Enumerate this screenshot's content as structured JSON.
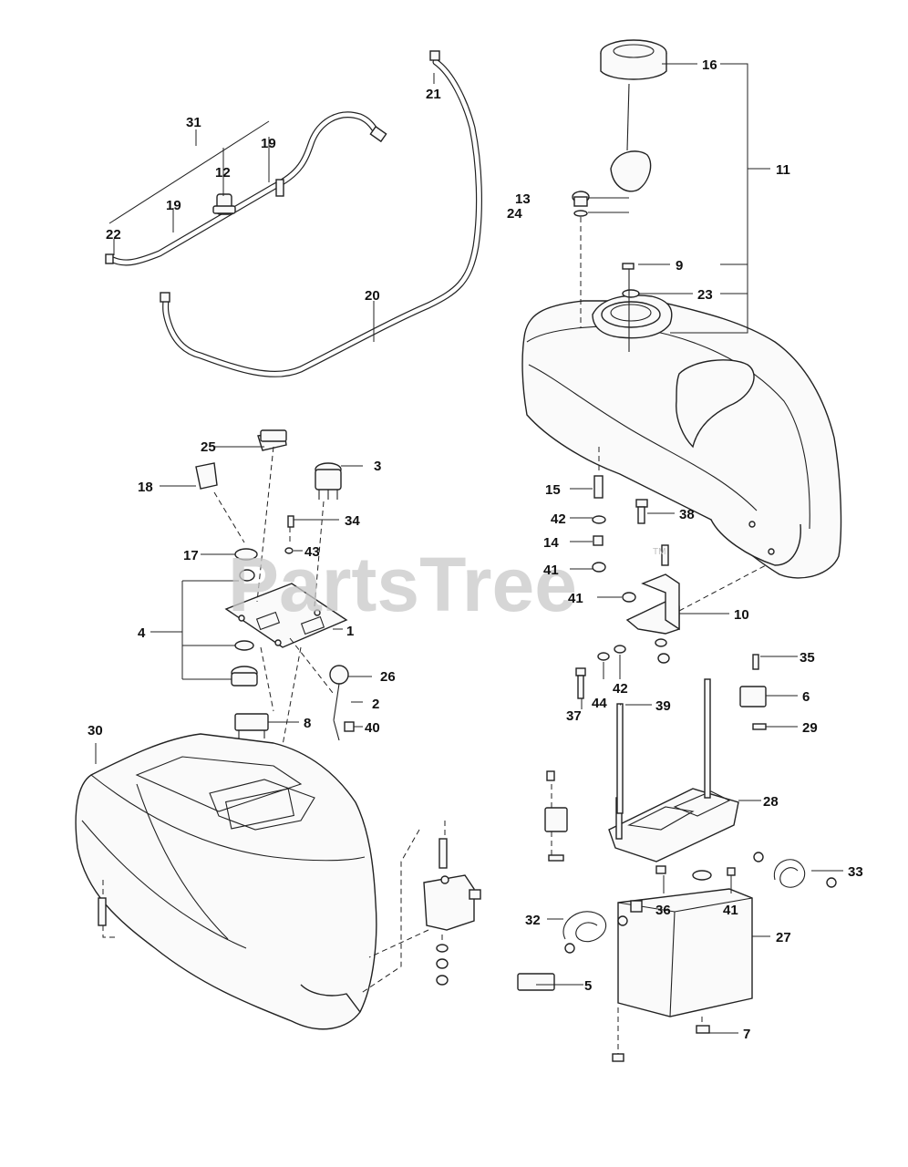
{
  "watermark": {
    "text": "PartsTree",
    "trademark": "TM"
  },
  "callouts": [
    {
      "id": "c1",
      "label": "1"
    },
    {
      "id": "c2",
      "label": "2"
    },
    {
      "id": "c3",
      "label": "3"
    },
    {
      "id": "c4",
      "label": "4"
    },
    {
      "id": "c5",
      "label": "5"
    },
    {
      "id": "c6",
      "label": "6"
    },
    {
      "id": "c7",
      "label": "7"
    },
    {
      "id": "c8",
      "label": "8"
    },
    {
      "id": "c9",
      "label": "9"
    },
    {
      "id": "c10",
      "label": "10"
    },
    {
      "id": "c11",
      "label": "11"
    },
    {
      "id": "c12",
      "label": "12"
    },
    {
      "id": "c13",
      "label": "13"
    },
    {
      "id": "c14",
      "label": "14"
    },
    {
      "id": "c15",
      "label": "15"
    },
    {
      "id": "c16",
      "label": "16"
    },
    {
      "id": "c17",
      "label": "17"
    },
    {
      "id": "c18",
      "label": "18"
    },
    {
      "id": "c19a",
      "label": "19"
    },
    {
      "id": "c19b",
      "label": "19"
    },
    {
      "id": "c20",
      "label": "20"
    },
    {
      "id": "c21",
      "label": "21"
    },
    {
      "id": "c22",
      "label": "22"
    },
    {
      "id": "c23",
      "label": "23"
    },
    {
      "id": "c24",
      "label": "24"
    },
    {
      "id": "c25",
      "label": "25"
    },
    {
      "id": "c26",
      "label": "26"
    },
    {
      "id": "c27",
      "label": "27"
    },
    {
      "id": "c28",
      "label": "28"
    },
    {
      "id": "c29",
      "label": "29"
    },
    {
      "id": "c30",
      "label": "30"
    },
    {
      "id": "c31",
      "label": "31"
    },
    {
      "id": "c32",
      "label": "32"
    },
    {
      "id": "c33",
      "label": "33"
    },
    {
      "id": "c34",
      "label": "34"
    },
    {
      "id": "c35",
      "label": "35"
    },
    {
      "id": "c36",
      "label": "36"
    },
    {
      "id": "c37",
      "label": "37"
    },
    {
      "id": "c38",
      "label": "38"
    },
    {
      "id": "c39",
      "label": "39"
    },
    {
      "id": "c40",
      "label": "40"
    },
    {
      "id": "c41a",
      "label": "41"
    },
    {
      "id": "c41b",
      "label": "41"
    },
    {
      "id": "c41c",
      "label": "41"
    },
    {
      "id": "c42a",
      "label": "42"
    },
    {
      "id": "c42b",
      "label": "42"
    },
    {
      "id": "c43",
      "label": "43"
    },
    {
      "id": "c44",
      "label": "44"
    }
  ]
}
